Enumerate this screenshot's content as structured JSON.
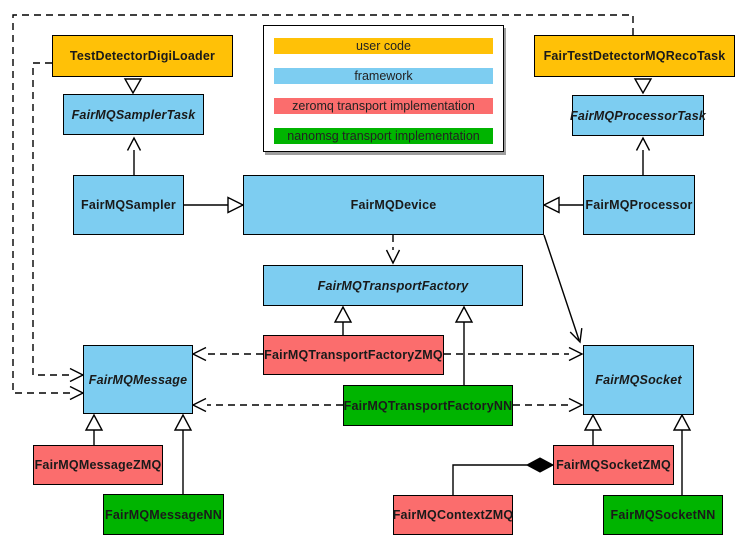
{
  "diagram": {
    "type": "uml-class-diagram",
    "background": "#ffffff"
  },
  "colors": {
    "user_code": "#ffc107",
    "framework": "#7dcdf1",
    "zeromq_impl": "#fb6d6d",
    "nanomsg_impl": "#00b400",
    "line": "#000000"
  },
  "legend": {
    "items": [
      {
        "label": "user code",
        "color": "#ffc107"
      },
      {
        "label": "framework",
        "color": "#7dcdf1"
      },
      {
        "label": "zeromq transport implementation",
        "color": "#fb6d6d"
      },
      {
        "label": "nanomsg transport implementation",
        "color": "#00b400"
      }
    ]
  },
  "nodes": {
    "test_detector_digi_loader": {
      "label": "TestDetectorDigiLoader",
      "category": "user code",
      "abstract": false
    },
    "fair_test_detector_mqrecotask": {
      "label": "FairTestDetectorMQRecoTask",
      "category": "user code",
      "abstract": false
    },
    "fairmq_sampler_task": {
      "label": "FairMQSamplerTask",
      "category": "framework",
      "abstract": true
    },
    "fairmq_processor_task": {
      "label": "FairMQProcessorTask",
      "category": "framework",
      "abstract": true
    },
    "fairmq_sampler": {
      "label": "FairMQSampler",
      "category": "framework",
      "abstract": false
    },
    "fairmq_device": {
      "label": "FairMQDevice",
      "category": "framework",
      "abstract": false
    },
    "fairmq_processor": {
      "label": "FairMQProcessor",
      "category": "framework",
      "abstract": false
    },
    "fairmq_transport_factory": {
      "label": "FairMQTransportFactory",
      "category": "framework",
      "abstract": true
    },
    "fairmq_transport_factory_zmq": {
      "label": "FairMQTransportFactoryZMQ",
      "category": "zeromq transport implementation",
      "abstract": false
    },
    "fairmq_transport_factory_nn": {
      "label": "FairMQTransportFactoryNN",
      "category": "nanomsg transport implementation",
      "abstract": false
    },
    "fairmq_message": {
      "label": "FairMQMessage",
      "category": "framework",
      "abstract": true
    },
    "fairmq_socket": {
      "label": "FairMQSocket",
      "category": "framework",
      "abstract": true
    },
    "fairmq_message_zmq": {
      "label": "FairMQMessageZMQ",
      "category": "zeromq transport implementation",
      "abstract": false
    },
    "fairmq_message_nn": {
      "label": "FairMQMessageNN",
      "category": "nanomsg transport implementation",
      "abstract": false
    },
    "fairmq_socket_zmq": {
      "label": "FairMQSocketZMQ",
      "category": "zeromq transport implementation",
      "abstract": false
    },
    "fairmq_socket_nn": {
      "label": "FairMQSocketNN",
      "category": "nanomsg transport implementation",
      "abstract": false
    },
    "fairmq_context_zmq": {
      "label": "FairMQContextZMQ",
      "category": "zeromq transport implementation",
      "abstract": false
    }
  },
  "edges": [
    {
      "from": "TestDetectorDigiLoader",
      "to": "FairMQSamplerTask",
      "type": "inheritance"
    },
    {
      "from": "FairTestDetectorMQRecoTask",
      "to": "FairMQProcessorTask",
      "type": "inheritance"
    },
    {
      "from": "FairMQSampler",
      "to": "FairMQSamplerTask",
      "type": "association-open-arrow"
    },
    {
      "from": "FairMQProcessor",
      "to": "FairMQProcessorTask",
      "type": "association-open-arrow"
    },
    {
      "from": "FairMQSampler",
      "to": "FairMQDevice",
      "type": "inheritance"
    },
    {
      "from": "FairMQProcessor",
      "to": "FairMQDevice",
      "type": "inheritance"
    },
    {
      "from": "FairMQDevice",
      "to": "FairMQTransportFactory",
      "type": "dependency-dashed"
    },
    {
      "from": "FairMQDevice",
      "to": "FairMQSocket",
      "type": "association-open-arrow"
    },
    {
      "from": "FairMQTransportFactoryZMQ",
      "to": "FairMQTransportFactory",
      "type": "inheritance"
    },
    {
      "from": "FairMQTransportFactoryNN",
      "to": "FairMQTransportFactory",
      "type": "inheritance"
    },
    {
      "from": "FairMQTransportFactoryZMQ",
      "to": "FairMQMessage",
      "type": "dependency-dashed"
    },
    {
      "from": "FairMQTransportFactoryZMQ",
      "to": "FairMQSocket",
      "type": "dependency-dashed"
    },
    {
      "from": "FairMQTransportFactoryNN",
      "to": "FairMQMessage",
      "type": "dependency-dashed"
    },
    {
      "from": "FairMQTransportFactoryNN",
      "to": "FairMQSocket",
      "type": "dependency-dashed"
    },
    {
      "from": "TestDetectorDigiLoader",
      "to": "FairMQMessage",
      "type": "dependency-dashed"
    },
    {
      "from": "FairTestDetectorMQRecoTask",
      "to": "FairMQMessage",
      "type": "dependency-dashed"
    },
    {
      "from": "FairMQMessageZMQ",
      "to": "FairMQMessage",
      "type": "inheritance"
    },
    {
      "from": "FairMQMessageNN",
      "to": "FairMQMessage",
      "type": "inheritance"
    },
    {
      "from": "FairMQSocketZMQ",
      "to": "FairMQSocket",
      "type": "inheritance"
    },
    {
      "from": "FairMQSocketNN",
      "to": "FairMQSocket",
      "type": "inheritance"
    },
    {
      "from": "FairMQContextZMQ",
      "to": "FairMQSocketZMQ",
      "type": "composition-diamond"
    }
  ]
}
